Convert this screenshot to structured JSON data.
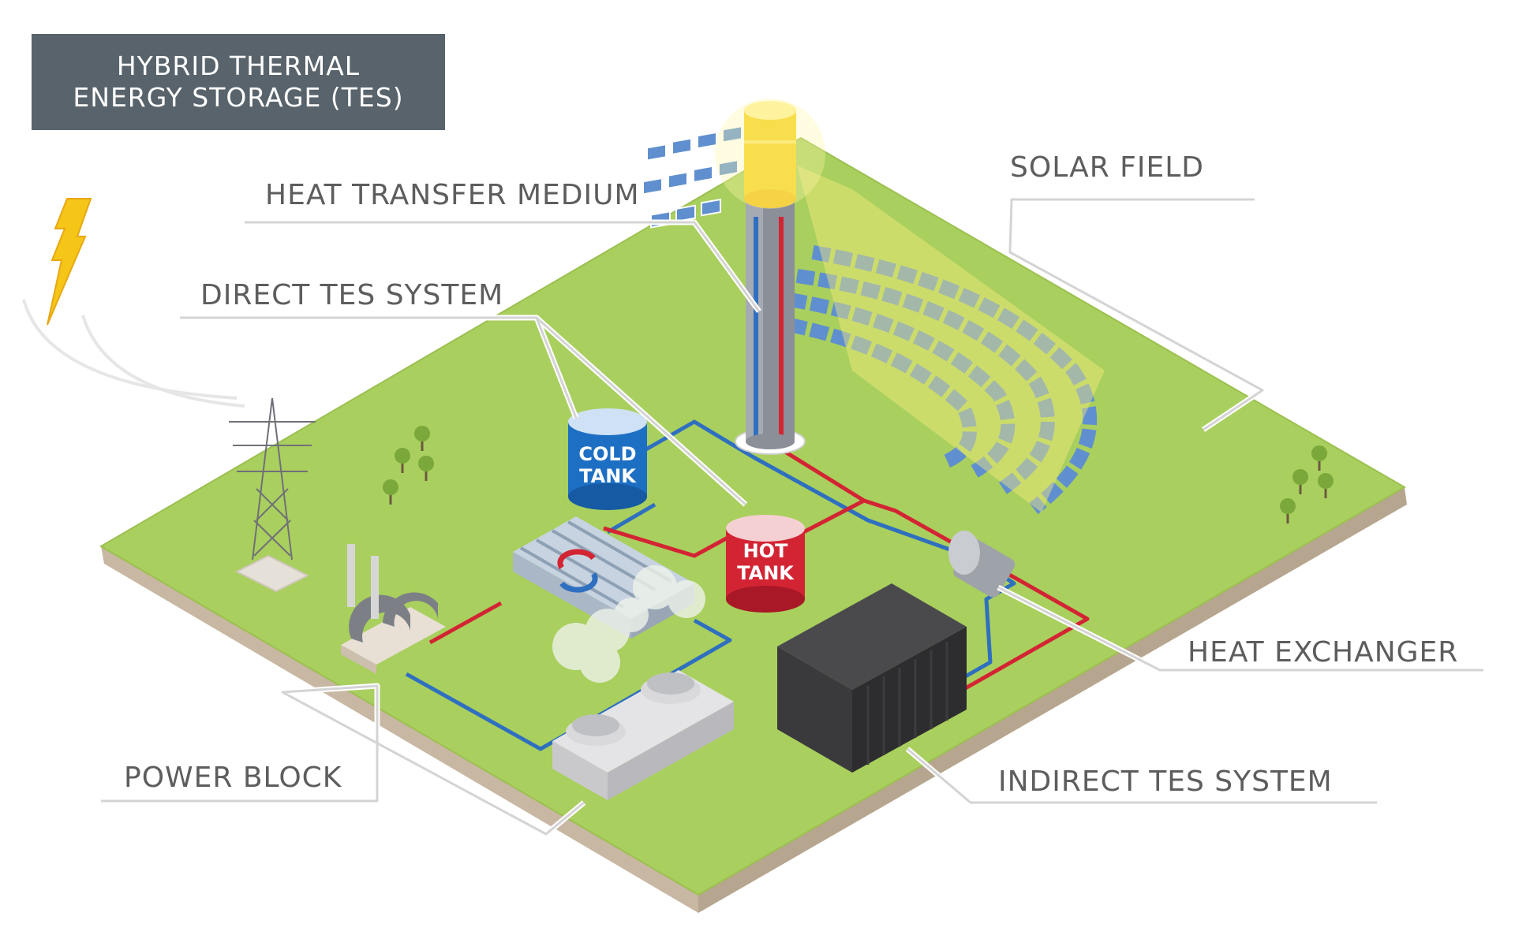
{
  "title": {
    "line1": "HYBRID THERMAL",
    "line2": "ENERGY STORAGE (TES)"
  },
  "labels": {
    "heat_transfer_medium": "HEAT TRANSFER MEDIUM",
    "direct_tes_system": "DIRECT TES SYSTEM",
    "solar_field": "SOLAR FIELD",
    "heat_exchanger": "HEAT EXCHANGER",
    "power_block": "POWER BLOCK",
    "indirect_tes_system": "INDIRECT TES SYSTEM"
  },
  "tanks": {
    "cold_line1": "COLD",
    "cold_line2": "TANK",
    "hot_line1": "HOT",
    "hot_line2": "TANK"
  },
  "colors": {
    "title_bg": "#58636b",
    "ground_top": "#a9cf5e",
    "ground_side": "#c9b9a4",
    "hot_pipe": "#d32434",
    "cold_pipe": "#2f6fc0",
    "cold_tank": "#1d6fc4",
    "hot_tank": "#d32434",
    "receiver": "#f5d21c",
    "storage_block": "#3d3d3f",
    "label_text": "#5d5d5d",
    "leader_line": "#d8d8d8"
  },
  "icons": [
    "lightning-bolt-icon",
    "transmission-tower-icon",
    "tree-icon",
    "heat-exchange-arrows-icon"
  ]
}
